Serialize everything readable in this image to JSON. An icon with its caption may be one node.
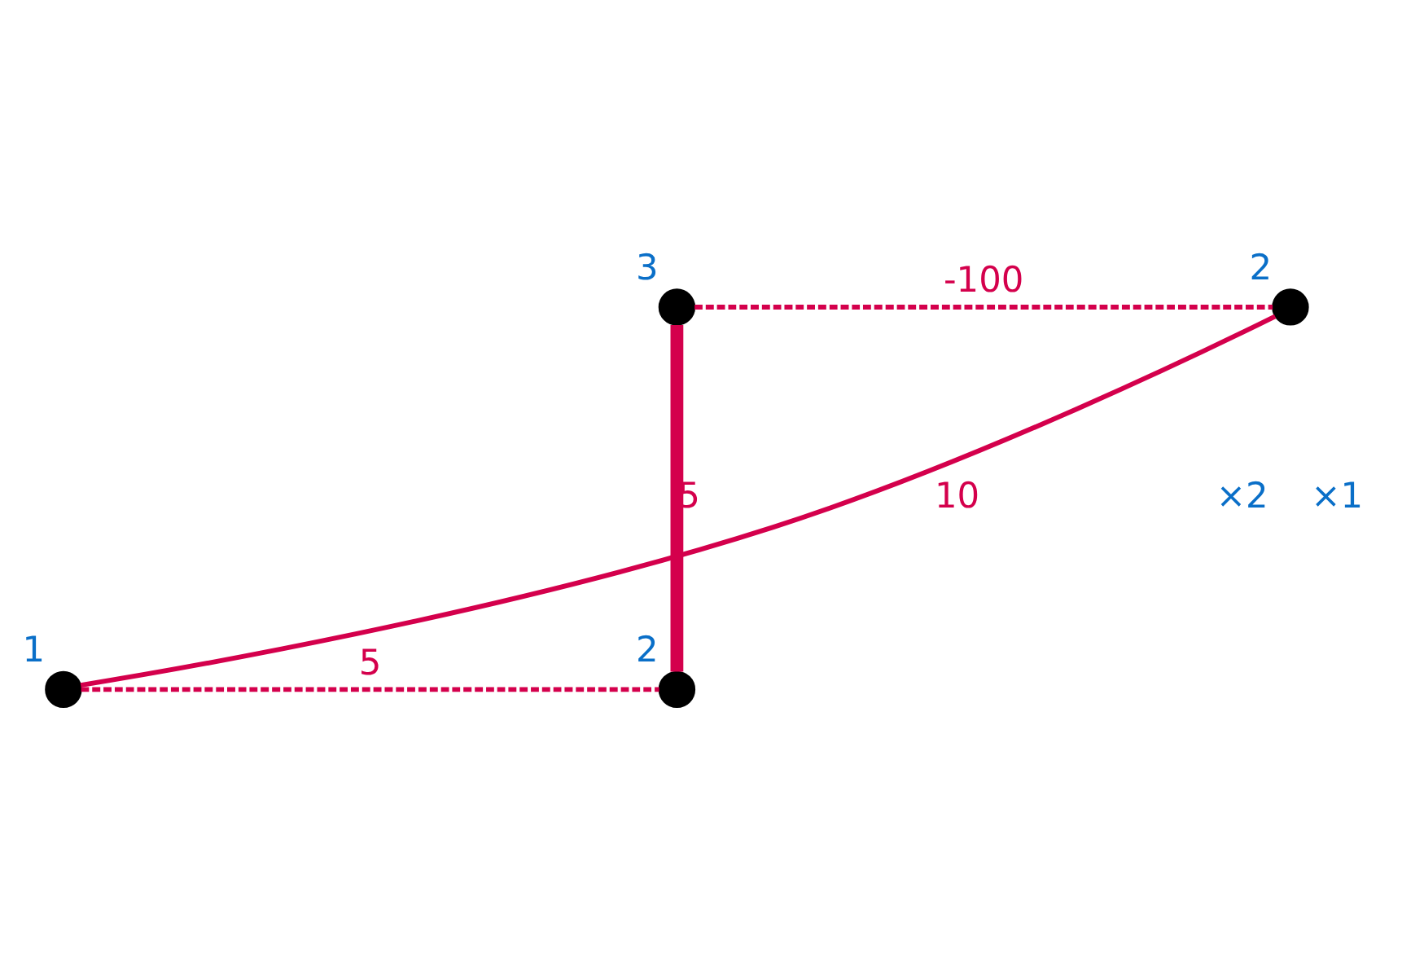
{
  "diagram": {
    "nodes": [
      {
        "text": [],
        "shape": "circle",
        "beside": [
          "3"
        ]
      },
      {
        "text": [],
        "shape": "circle",
        "beside": [
          "2"
        ]
      },
      {
        "text": [],
        "shape": "circle",
        "beside": [
          "1"
        ]
      },
      {
        "text": [],
        "shape": "circle",
        "beside": [
          "2"
        ]
      }
    ],
    "edges": [
      {
        "from": 0,
        "to": 1,
        "arrow": "none",
        "label": "-100",
        "style": "dashed"
      },
      {
        "from": 0,
        "to": 3,
        "arrow": "none",
        "label": "5",
        "style": "thick"
      },
      {
        "from": 2,
        "to": 1,
        "arrow": "none",
        "label": "10"
      },
      {
        "from": 2,
        "to": 3,
        "arrow": "none",
        "label": "5",
        "style": "dashed"
      }
    ],
    "labels": [
      "×2",
      "×1"
    ]
  }
}
